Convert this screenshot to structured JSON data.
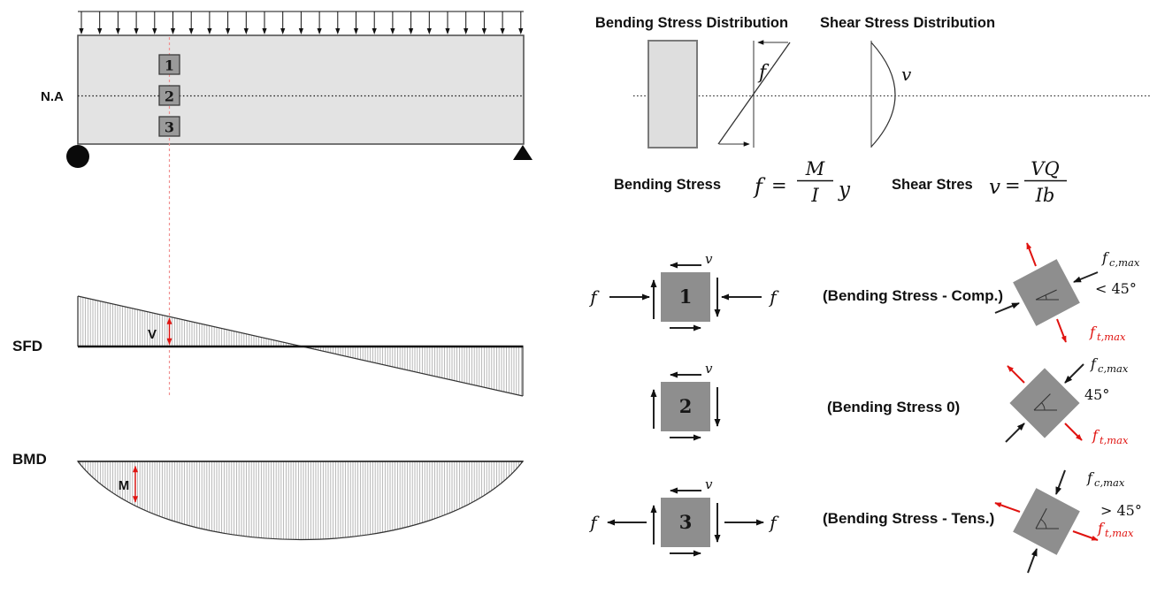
{
  "colors": {
    "accent_red": "#e01310",
    "guide_red": "#f09090",
    "beam_fill": "#e3e3e3",
    "point_fill": "#9a9a9a",
    "element_fill": "#8e8e8e"
  },
  "left": {
    "na_label": "N.A",
    "section_points": [
      "1",
      "2",
      "3"
    ],
    "sfd": {
      "label": "SFD",
      "dim": "V"
    },
    "bmd": {
      "label": "BMD",
      "dim": "M"
    }
  },
  "right": {
    "bending": {
      "title": "Bending Stress Distribution",
      "symbol": "f",
      "caption": "Bending Stress",
      "f_lhs": "f",
      "f_eq": "=",
      "f_num": "M",
      "f_den": "I",
      "f_tail": "y"
    },
    "shear": {
      "title": "Shear Stress Distribution",
      "symbol": "v",
      "caption": "Shear Stres",
      "f_lhs": "v",
      "f_eq": "=",
      "f_num": "VQ",
      "f_den": "Ib"
    },
    "elements": [
      {
        "number": "1",
        "v": "v",
        "f": "f",
        "caption": "(Bending Stress - Comp.)",
        "angle": "< 45°",
        "fc_main": "f",
        "fc_sub": "c,max",
        "ft_main": "f",
        "ft_sub": "t,max"
      },
      {
        "number": "2",
        "v": "v",
        "caption": "(Bending Stress 0)",
        "angle": "45°",
        "fc_main": "f",
        "fc_sub": "c,max",
        "ft_main": "f",
        "ft_sub": "t,max"
      },
      {
        "number": "3",
        "v": "v",
        "f": "f",
        "caption": "(Bending Stress - Tens.)",
        "angle": "> 45°",
        "fc_main": "f",
        "fc_sub": "c,max",
        "ft_main": "f",
        "ft_sub": "t,max"
      }
    ]
  }
}
